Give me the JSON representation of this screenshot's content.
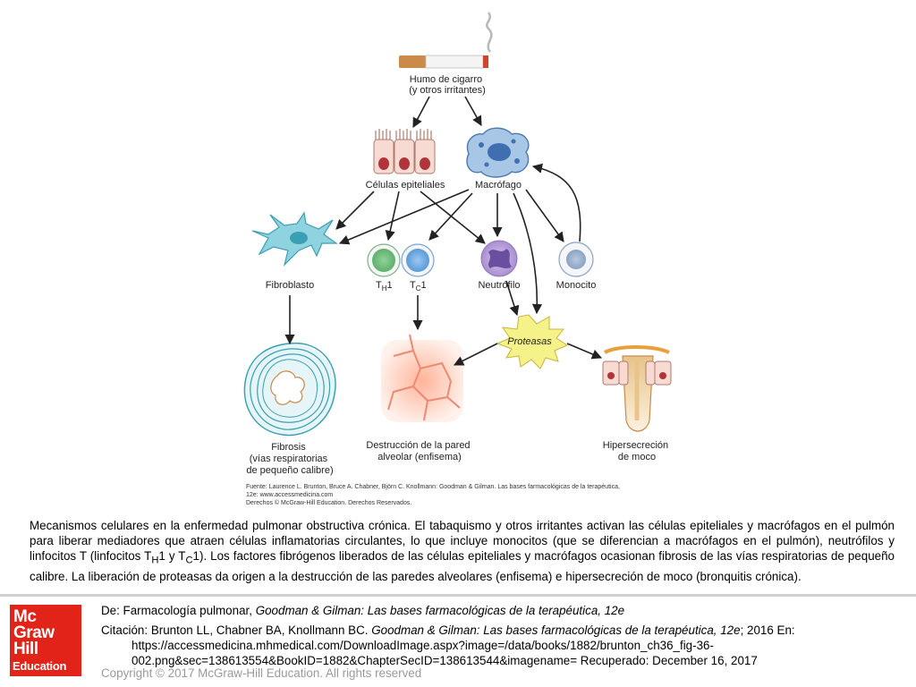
{
  "figure": {
    "labels": {
      "smoke": [
        "Humo de cigarro",
        "(y otros irritantes)"
      ],
      "epithelial": "Células epiteliales",
      "macrophage": "Macrófago",
      "fibroblast": "Fibroblasto",
      "th1": {
        "main": "T",
        "sub": "H",
        "tail": "1"
      },
      "tc1": {
        "main": "T",
        "sub": "C",
        "tail": "1"
      },
      "neutrophil": "Neutrófilo",
      "monocyte": "Monocito",
      "proteases": "Proteasas",
      "fibrosis": [
        "Fibrosis",
        "(vías respiratorias",
        "de pequeño calibre)"
      ],
      "alveolar": [
        "Destrucción de la pared",
        "alveolar (enfisema)"
      ],
      "mucus": [
        "Hipersecreción",
        "de moco"
      ]
    },
    "source": [
      "Fuente: Laurence L. Brunton, Bruce A. Chabner, Björn C. Knollmann: Goodman & Gilman. Las bases farmacológicas de la terapéutica,",
      "12e: www.accessmedicina.com",
      "Derechos © McGraw-Hill Education. Derechos Reservados."
    ]
  },
  "caption": {
    "p1": "Mecanismos celulares en la enfermedad pulmonar obstructiva crónica. El tabaquismo y otros irritantes activan las células epiteliales y macrófagos en el pulmón para liberar mediadores que atraen células inflamatorias circulantes, lo que incluye monocitos (que se diferencian a macrófagos en el pulmón), neutrófilos y linfocitos T (linfocitos T",
    "sub_h": "H",
    "p2": "1 y T",
    "sub_c": "C",
    "p3": "1). Los factores fibrógenos liberados de las células epiteliales y macrófagos ocasionan fibrosis de las vías respiratorias de pequeño calibre. La liberación de proteasas da origen a la destrucción de las paredes alveolares (enfisema) e hipersecreción de moco (bronquitis crónica)."
  },
  "reference": {
    "line1_prefix": "De: Farmacología pulmonar, ",
    "line1_title": "Goodman & Gilman: Las bases farmacológicas de la terapéutica, 12e",
    "citation_prefix": "Citación: Brunton LL, Chabner BA, Knollmann BC. ",
    "citation_title": "Goodman & Gilman: Las bases farmacológicas de la terapéutica, 12e",
    "citation_suffix": "; 2016 En: https://accessmedicina.mhmedical.com/DownloadImage.aspx?image=/data/books/1882/brunton_ch36_fig-36-002.png&sec=138613554&BookID=1882&ChapterSecID=138613544&imagename= Recuperado: December 16, 2017"
  },
  "copyright": "Copyright © 2017 McGraw-Hill Education. All rights reserved",
  "logo": {
    "line1": "Mc",
    "line2": "Graw",
    "line3": "Hill",
    "line4": "Education"
  },
  "colors": {
    "brand_red": "#e2231a",
    "arrow": "#222222",
    "macrophage": "#a8c6e6",
    "fibroblast": "#8fd3e0",
    "proteases_burst": "#f6f28a"
  }
}
